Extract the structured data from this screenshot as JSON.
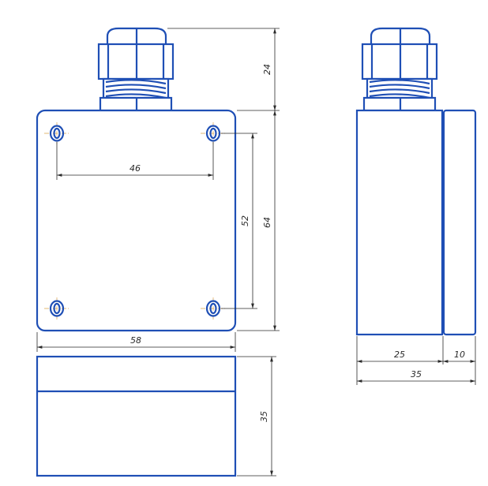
{
  "dimensions": {
    "gland_height": "24",
    "box_height": "64",
    "hole_spacing_horizontal": "46",
    "hole_spacing_vertical": "52",
    "box_width": "58",
    "box_depth_front": "35",
    "base_depth": "25",
    "lid_depth": "10",
    "total_depth": "35"
  },
  "colors": {
    "outline": "#1f4fb5",
    "dimension_lines": "#2a2a2a",
    "center_lines": "#d9a34a",
    "background": "#ffffff"
  }
}
